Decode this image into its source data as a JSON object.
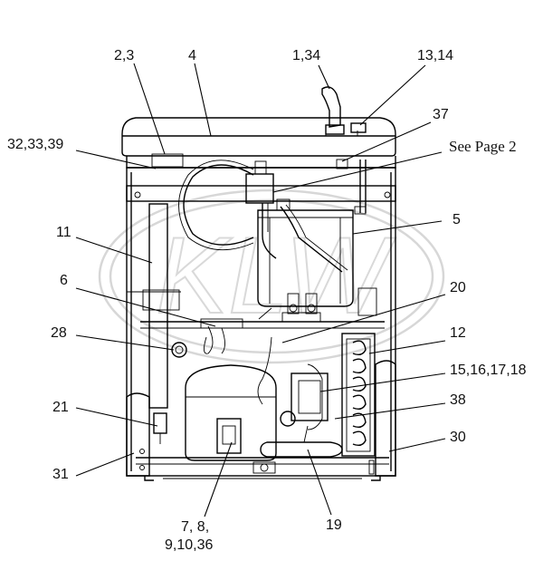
{
  "callouts": {
    "c_2_3": "2,3",
    "c_4": "4",
    "c_1_34": "1,34",
    "c_13_14": "13,14",
    "c_37": "37",
    "c_32_33_39": "32,33,39",
    "c_see_page_2": "See Page 2",
    "c_11": "11",
    "c_5": "5",
    "c_6": "6",
    "c_20": "20",
    "c_28": "28",
    "c_12": "12",
    "c_15_18": "15,16,17,18",
    "c_21": "21",
    "c_38": "38",
    "c_31": "31",
    "c_30": "30",
    "c_7_8": "7, 8,",
    "c_9_10_36": "9,10,36",
    "c_19": "19"
  },
  "watermark": {
    "text": "KLW",
    "color": "#d7d7d7"
  },
  "colors": {
    "line": "#000000",
    "background": "#ffffff"
  }
}
